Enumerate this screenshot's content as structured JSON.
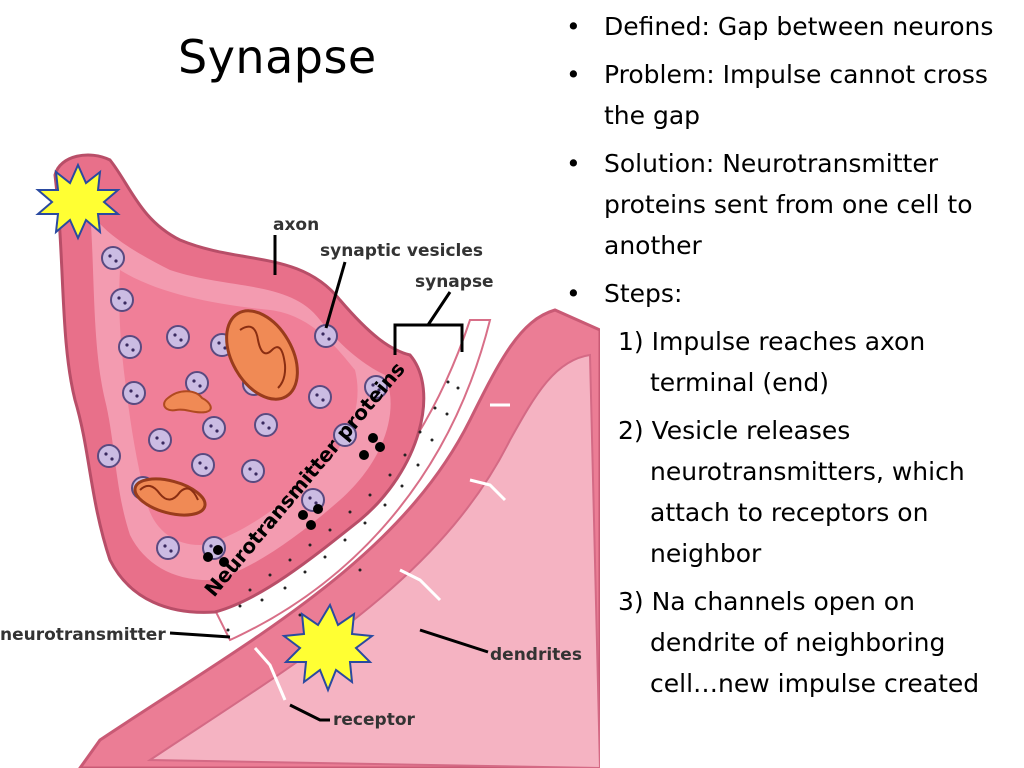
{
  "slide": {
    "title": "Synapse",
    "bullets": [
      {
        "text": "Defined: Gap between neurons"
      },
      {
        "text": "Problem: Impulse cannot cross the gap"
      },
      {
        "text": "Solution: Neurotransmitter proteins sent from one cell to another"
      },
      {
        "text": "Steps:"
      }
    ],
    "bullet_marker": "•",
    "steps": [
      {
        "text": "1) Impulse reaches axon terminal (end)"
      },
      {
        "text": "2) Vesicle releases neurotransmitters, which attach to receptors on neighbor"
      },
      {
        "text": "3) Na channels open on dendrite of neighboring cell…new impulse created"
      }
    ]
  },
  "diagram": {
    "labels": {
      "axon": "axon",
      "synaptic_vesicles": "synaptic vesicles",
      "synapse": "synapse",
      "neurotransmitter": "neurotransmitter",
      "dendrites": "dendrites",
      "receptor": "receptor",
      "overlay": "Neurotransmitter proteins"
    },
    "colors": {
      "membrane": "#e8708a",
      "cytoplasm": "#f4a3b6",
      "inner": "#f07f98",
      "vesicle": "#c8b8e0",
      "mitochondria": "#f08a55",
      "burst": "#ffff33",
      "gap": "#ffffff"
    },
    "icons": [
      "burst-icon",
      "vesicle-icon",
      "mitochondrion-icon"
    ]
  }
}
